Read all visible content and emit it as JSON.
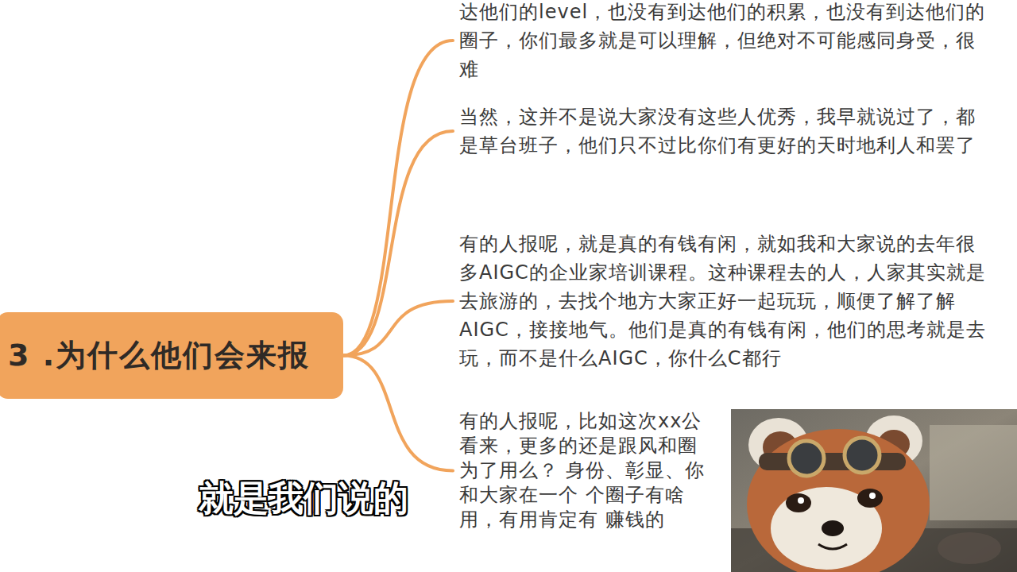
{
  "diagram": {
    "nodes": [
      {
        "text": [
          "3 .为什么他们会来报"
        ]
      },
      {
        "text": [
          "达他们的level，也没有到达他们的积累，也没有到达他们的圈子，你们最多就是可以理解，但绝对不可能感同身受，很难"
        ]
      },
      {
        "text": [
          "当然，这并不是说大家没有这些人优秀，我早就说过了，都是草台班子，他们只不过比你们有更好的天时地利人和罢了"
        ]
      },
      {
        "text": [
          "有的人报呢，就是真的有钱有闲，就如我和大家说的去年很多AIGC的企业家培训课程。这种课程去的人，人家其实就是去旅游的，去找个地方大家正好一起玩玩，顺便了解了解AIGC，接接地气。他们是真的有钱有闲，他们的思考就是去玩，而不是什么AIGC，你什么C都行"
        ]
      },
      {
        "text": [
          "有的人报呢，比如这次xx公 看来，更多的还是跟风和圈 为了用么？ 身份、彰显、你和大家在一个 个圈子有啥用，有用肯定有 赚钱的"
        ]
      }
    ],
    "edges": [
      {
        "from": 0,
        "to": 1,
        "arrow": "none"
      },
      {
        "from": 0,
        "to": 2,
        "arrow": "none"
      },
      {
        "from": 0,
        "to": 3,
        "arrow": "none"
      },
      {
        "from": 0,
        "to": 4,
        "arrow": "none"
      }
    ],
    "labels": [
      "就是我们说的"
    ]
  }
}
